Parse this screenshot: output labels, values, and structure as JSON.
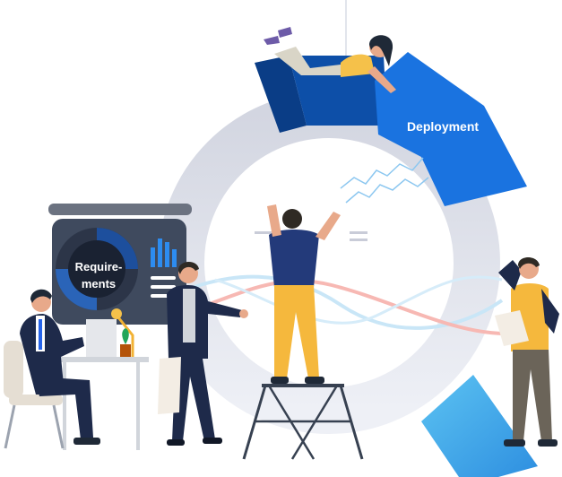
{
  "labels": {
    "deployment": "Deployment",
    "requirements_line1": "Require-",
    "requirements_line2": "ments"
  },
  "colors": {
    "ring_light": "#eceef5",
    "ring_mid": "#c9ccd8",
    "deployment_blue": "#1a73e0",
    "segment_dark": "#0d4fa8",
    "segment_navy": "#0a3d86",
    "pointer_blue": "#43b6ee",
    "board_dark": "#3f4a5e",
    "board_blue": "#1d4f9d",
    "wave_blue": "#c9e6f7",
    "wave_pink": "#f7b8b3"
  }
}
